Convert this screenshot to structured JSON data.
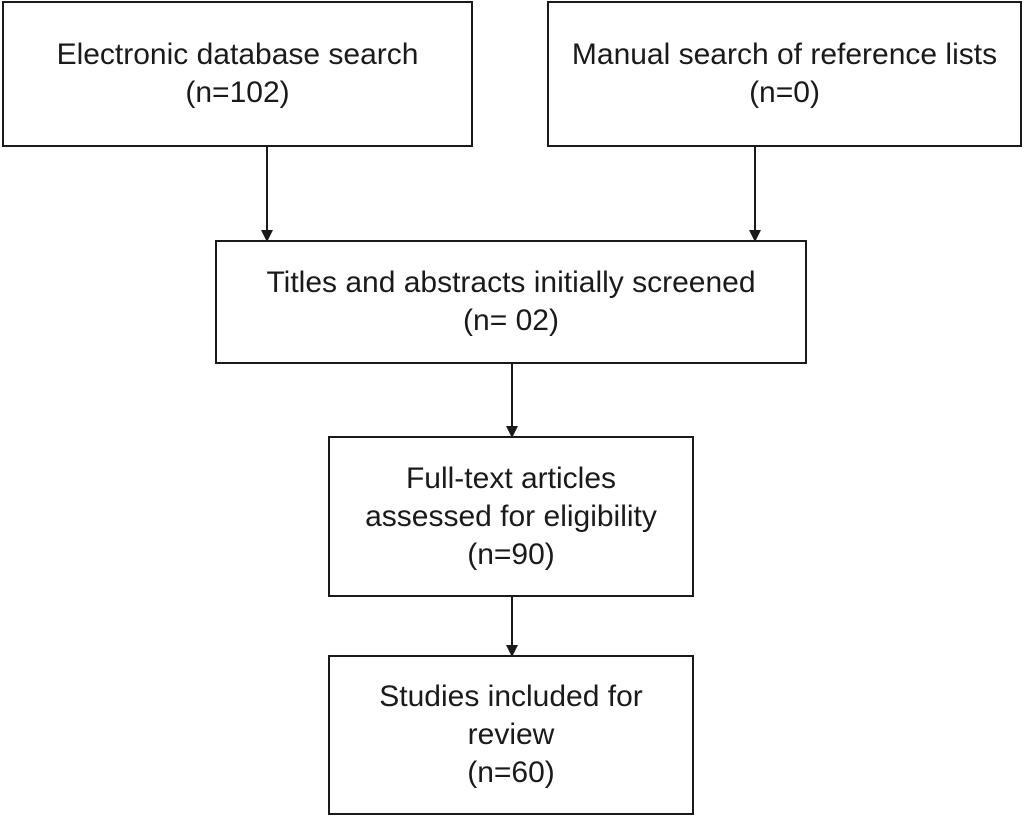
{
  "flow": {
    "database_search": {
      "label": "Electronic database search",
      "count": "(n=102)"
    },
    "manual_search": {
      "label": "Manual search of reference lists",
      "count": "(n=0)"
    },
    "screened": {
      "label": "Titles and abstracts initially screened",
      "count": "(n= 02)"
    },
    "full_text": {
      "label_line1": "Full-text articles",
      "label_line2": "assessed for eligibility",
      "count": "(n=90)"
    },
    "included": {
      "label_line1": "Studies included for",
      "label_line2": "review",
      "count": "(n=60)"
    }
  }
}
